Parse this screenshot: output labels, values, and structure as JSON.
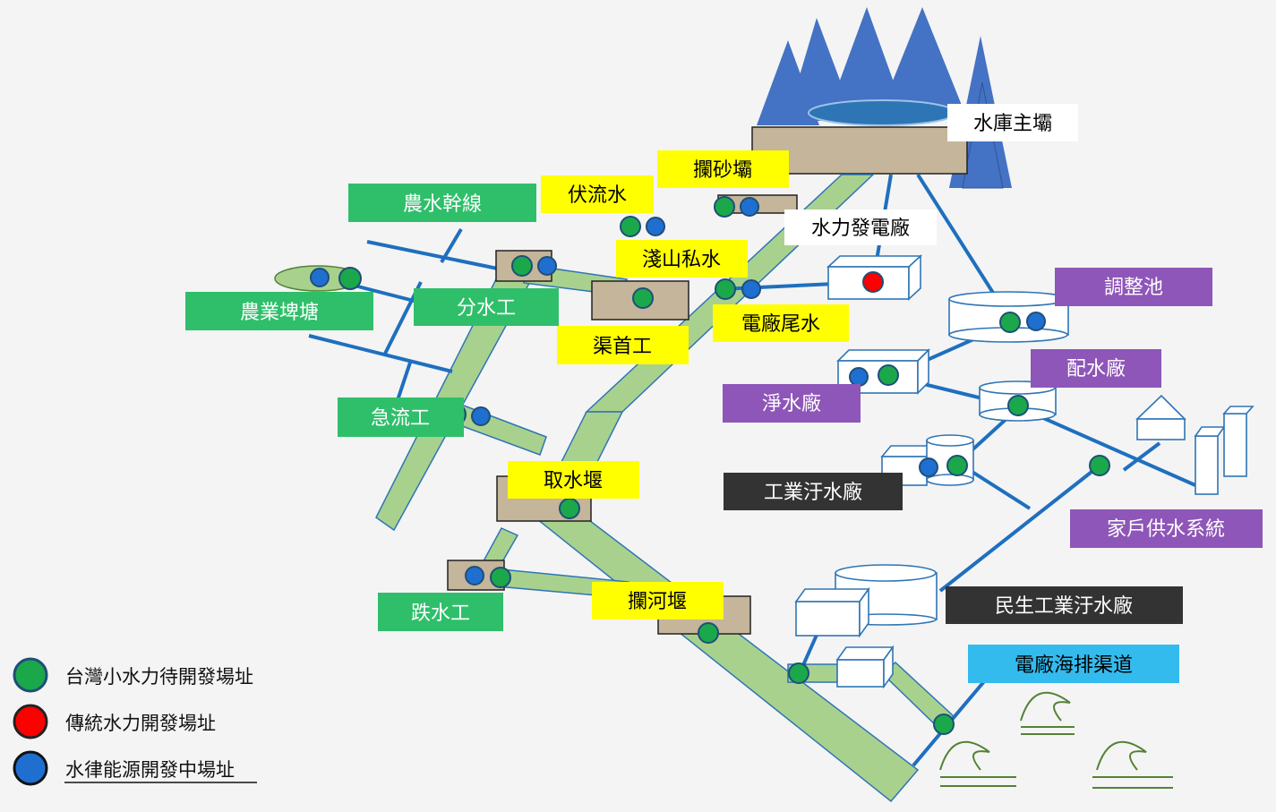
{
  "colors": {
    "green_label": "#2fbf6a",
    "yellow_label": "#ffff00",
    "purple_label": "#8e56b8",
    "dark_label": "#333333",
    "cyan_label": "#33bbee",
    "white_label": "#ffffff",
    "canal_fill": "#a9d18e",
    "canal_edge": "#2e75b6",
    "pipe": "#1f6fbf",
    "site_green": "#1aa84b",
    "site_red": "#ff0000",
    "site_blue": "#1f6fd1",
    "mountain": "#4472c4",
    "structure": "#c4b59b",
    "wave": "#548235"
  },
  "labels": {
    "reservoir_dam": "水庫主壩",
    "sand_weir": "攔砂壩",
    "underflow": "伏流水",
    "hydro_plant": "水力發電廠",
    "shallow_hill": "淺山私水",
    "canal_head": "渠首工",
    "tailrace": "電廠尾水",
    "agri_main_line": "農水幹線",
    "diversion": "分水工",
    "farm_pond": "農業埤塘",
    "rapid_flow": "急流工",
    "intake_weir": "取水堰",
    "drop_structure": "跌水工",
    "river_weir": "攔河堰",
    "regulating_pond": "調整池",
    "distribution_plant": "配水廠",
    "water_purification": "淨水廠",
    "industrial_sewage": "工業汙水廠",
    "household_supply": "家戶供水系統",
    "civil_industrial_sewage": "民生工業汙水廠",
    "sea_discharge": "電廠海排渠道"
  },
  "legend": [
    {
      "label": "台灣小水力待開發場址",
      "color": "#1aa84b"
    },
    {
      "label": "傳統水力開發場址",
      "color": "#ff0000"
    },
    {
      "label": "水律能源開發中場址",
      "color": "#1f6fd1"
    }
  ]
}
